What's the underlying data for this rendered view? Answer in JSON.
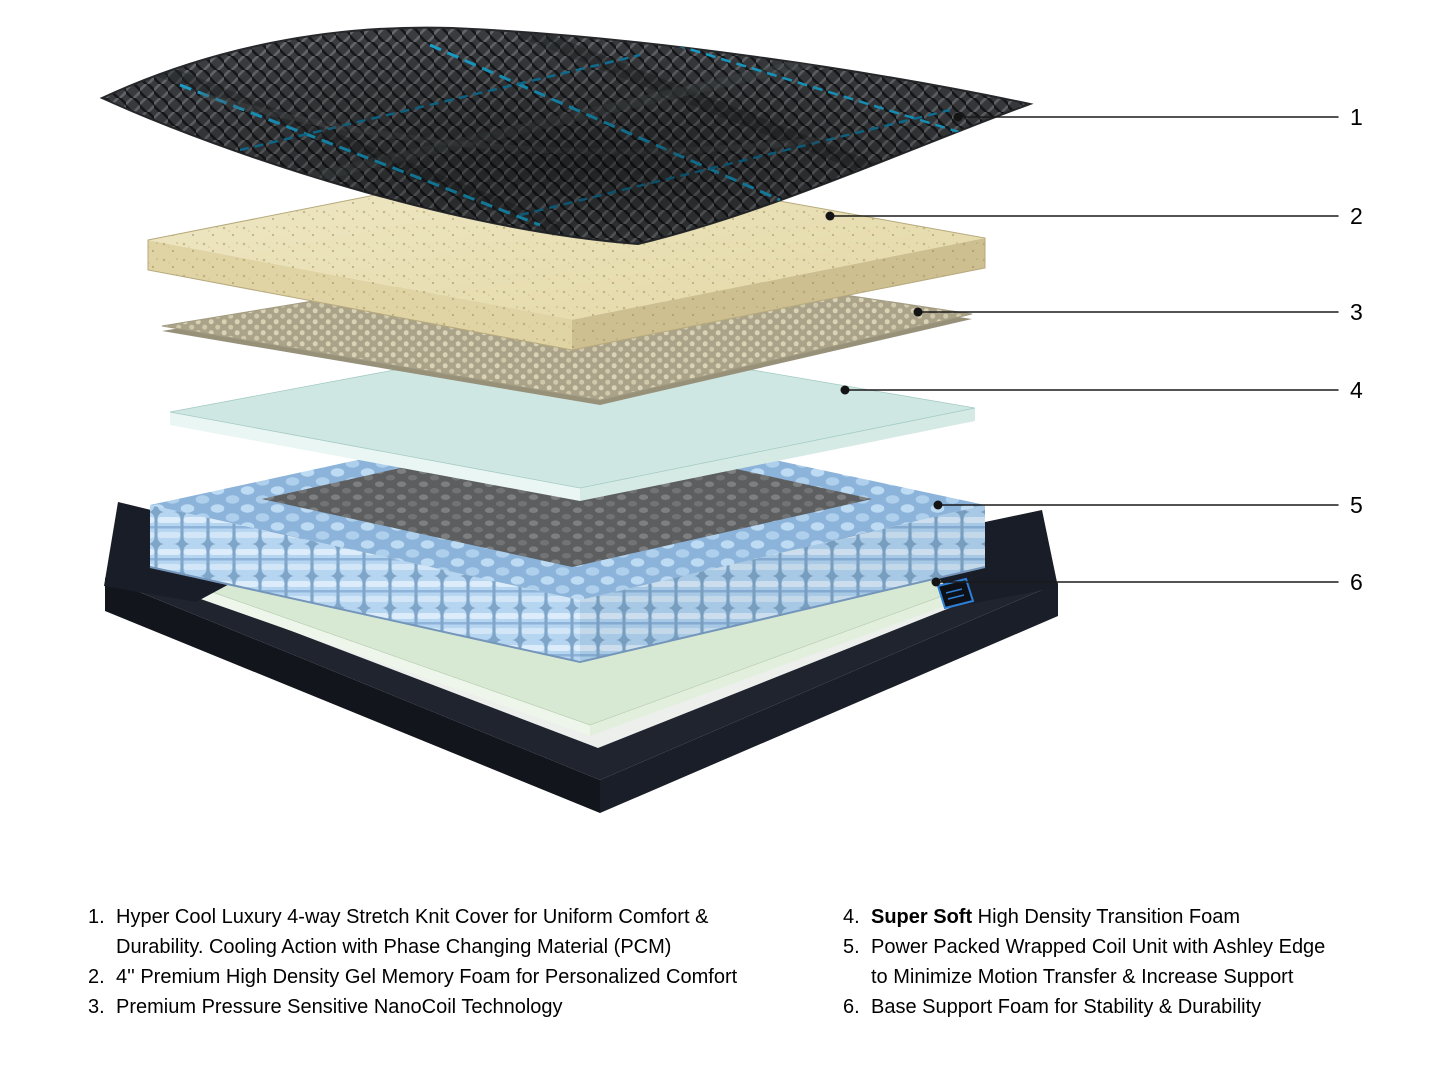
{
  "callouts": [
    {
      "number": "1",
      "layer": "stretch-knit-cover"
    },
    {
      "number": "2",
      "layer": "gel-memory-foam"
    },
    {
      "number": "3",
      "layer": "nanocoil-layer"
    },
    {
      "number": "4",
      "layer": "transition-foam"
    },
    {
      "number": "5",
      "layer": "wrapped-coil-unit"
    },
    {
      "number": "6",
      "layer": "base-support-foam"
    }
  ],
  "legend": {
    "left": [
      {
        "num": "1.",
        "bold": "",
        "text": "Hyper Cool Luxury 4-way Stretch Knit Cover for Uniform Comfort & Durability. Cooling Action with Phase Changing Material (PCM)"
      },
      {
        "num": "2.",
        "bold": "",
        "text": "4'' Premium High Density Gel Memory Foam for Personalized Comfort"
      },
      {
        "num": "3.",
        "bold": "",
        "text": "Premium Pressure Sensitive NanoCoil Technology"
      }
    ],
    "right": [
      {
        "num": "4.",
        "bold": "Super Soft",
        "text": " High Density Transition Foam"
      },
      {
        "num": "5.",
        "bold": "",
        "text": "Power Packed Wrapped Coil Unit with Ashley Edge to Minimize Motion Transfer & Increase Support"
      },
      {
        "num": "6.",
        "bold": "",
        "text": "Base Support Foam for Stability & Durability"
      }
    ]
  },
  "colors": {
    "accent_teal": "#1aa6d2",
    "cover_dark": "#3a3c3f",
    "memory_foam_tan": "#e9dfb0",
    "transition_foam_blue": "#cfe7e2",
    "coil_blue": "#b5d5f1",
    "base_dark": "#191d28",
    "base_foam_green": "#d8e9d3",
    "logo_blue": "#2e7fd6"
  }
}
